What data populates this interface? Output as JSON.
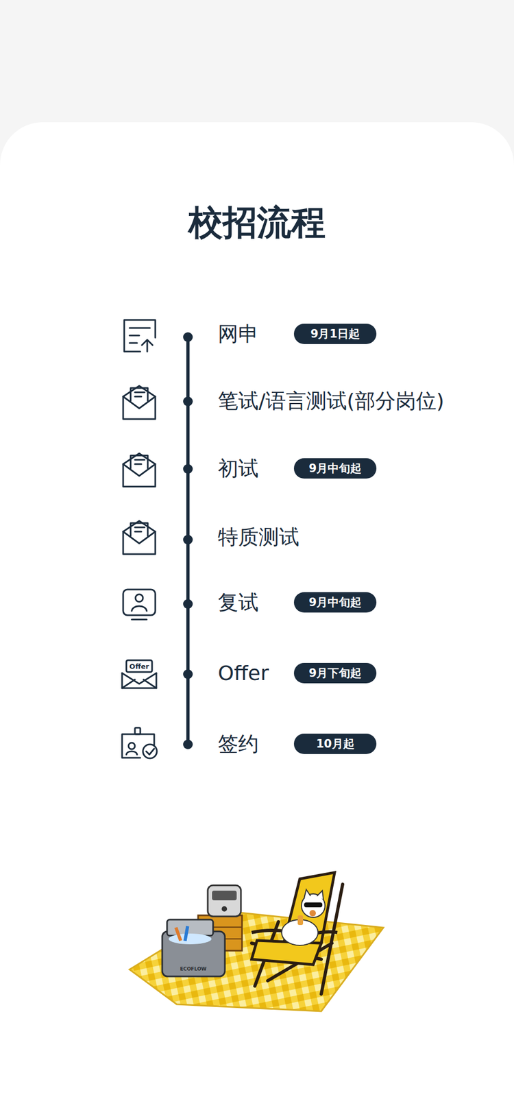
{
  "diagram": {
    "title": "校招流程",
    "nodes": [
      {
        "text": [
          "9月1日起"
        ]
      },
      {
        "text": [
          "9月中旬起"
        ]
      },
      {
        "text": [
          "9月中旬起"
        ]
      },
      {
        "text": [
          "9月下旬起"
        ]
      },
      {
        "text": [
          "10月起"
        ]
      }
    ],
    "labels": [
      "网申",
      "笔试/语言测试(部分岗位)",
      "初试",
      "特质测试",
      "复试",
      "Offer",
      "Offer",
      "签约",
      "ECOFLOW"
    ]
  }
}
